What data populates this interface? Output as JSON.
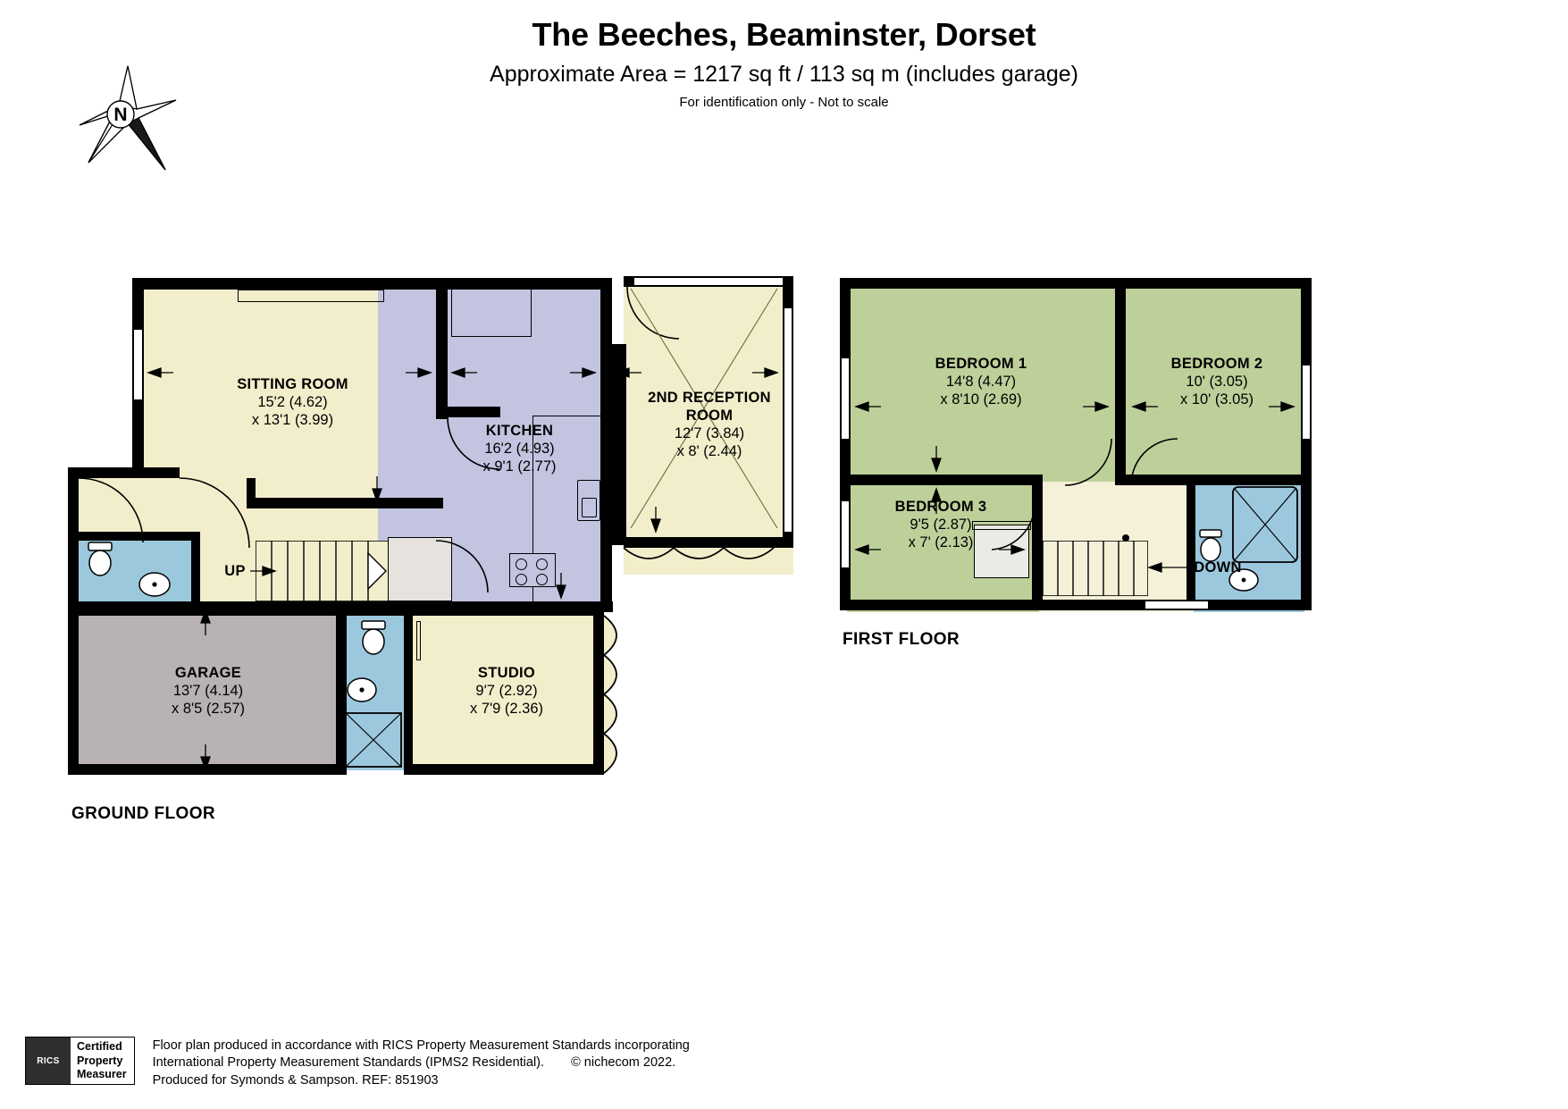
{
  "header": {
    "title": "The Beeches, Beaminster, Dorset",
    "area": "Approximate Area = 1217 sq ft / 113 sq m (includes garage)",
    "note": "For identification only - Not to scale"
  },
  "compass": {
    "letter": "N"
  },
  "floors": [
    {
      "id": "ground",
      "label": "GROUND FLOOR"
    },
    {
      "id": "first",
      "label": "FIRST FLOOR"
    }
  ],
  "rooms": {
    "sitting_room": {
      "name": "SITTING ROOM",
      "d1": "15'2 (4.62)",
      "d2": "x 13'1 (3.99)",
      "color": "#f2eecb"
    },
    "kitchen": {
      "name": "KITCHEN",
      "d1": "16'2 (4.93)",
      "d2": "x 9'1 (2.77)",
      "color": "#c3c4e0"
    },
    "second_reception": {
      "name1": "2ND RECEPTION",
      "name2": "ROOM",
      "d1": "12'7 (3.84)",
      "d2": "x 8' (2.44)",
      "color": "#f2eecb"
    },
    "garage": {
      "name": "GARAGE",
      "d1": "13'7 (4.14)",
      "d2": "x 8'5 (2.57)",
      "color": "#b8b2b2"
    },
    "studio": {
      "name": "STUDIO",
      "d1": "9'7 (2.92)",
      "d2": "x 7'9 (2.36)",
      "color": "#f2eecb"
    },
    "bedroom1": {
      "name": "BEDROOM 1",
      "d1": "14'8 (4.47)",
      "d2": "x 8'10 (2.69)",
      "color": "#bed09a"
    },
    "bedroom2": {
      "name": "BEDROOM 2",
      "d1": "10' (3.05)",
      "d2": "x 10' (3.05)",
      "color": "#bed09a"
    },
    "bedroom3": {
      "name": "BEDROOM 3",
      "d1": "9'5 (2.87)",
      "d2": "x 7' (2.13)",
      "color": "#bed09a"
    }
  },
  "stairs": {
    "up": "UP",
    "down": "DOWN"
  },
  "colors": {
    "cream": "#f2eecb",
    "lilac": "#c3c4e0",
    "green": "#bed09a",
    "bathroom_blue": "#9cc8dd",
    "garage_grey": "#b8b2b2",
    "landing_cream": "#f5f1d8",
    "wall": "#000000"
  },
  "footer": {
    "rics_mark": "RICS",
    "rics_line1": "Certified",
    "rics_line2": "Property",
    "rics_line3": "Measurer",
    "line1": "Floor plan produced in accordance with RICS Property Measurement Standards incorporating",
    "line2_a": "International Property Measurement Standards (IPMS2 Residential).",
    "line2_b": "© nichecom 2022.",
    "line3": "Produced for Symonds & Sampson.   REF:  851903"
  }
}
